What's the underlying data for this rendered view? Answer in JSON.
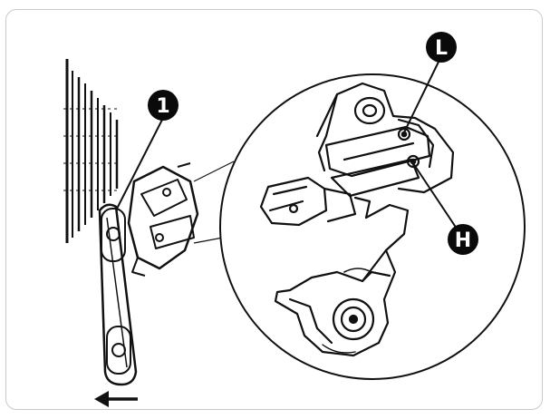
{
  "labels": {
    "step_number": "1",
    "low_limit_screw": "L",
    "high_limit_screw": "H"
  },
  "colors": {
    "ink": "#111111",
    "badge": "#0a0a0a",
    "badge_text": "#ffffff",
    "frame_border": "#c9c9c9"
  },
  "icons": {
    "direction_arrow": "arrow-left-icon"
  }
}
